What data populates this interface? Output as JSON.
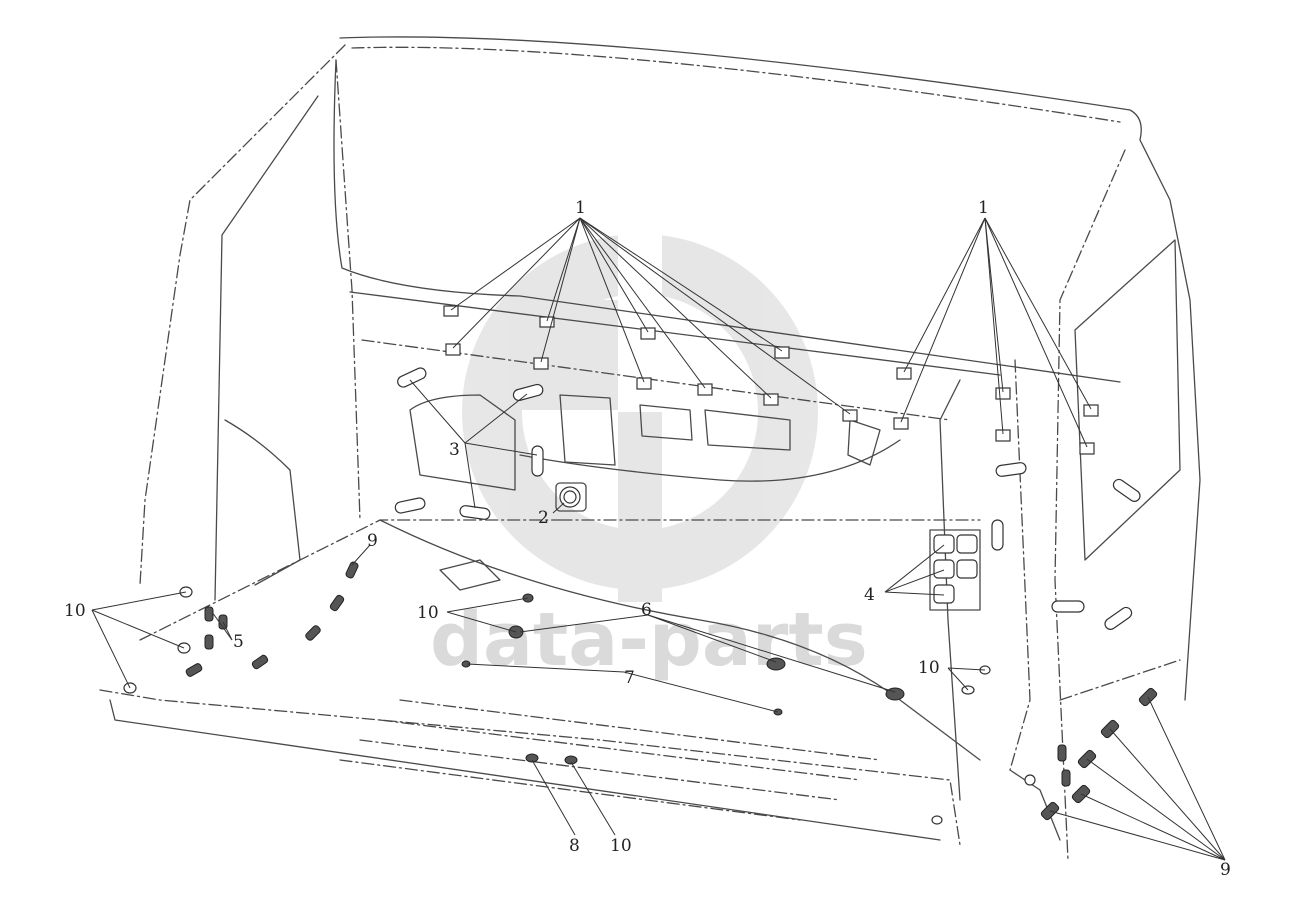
{
  "diagram": {
    "callouts": [
      {
        "id": "c1a",
        "label": "1"
      },
      {
        "id": "c1b",
        "label": "1"
      },
      {
        "id": "c2",
        "label": "2"
      },
      {
        "id": "c3",
        "label": "3"
      },
      {
        "id": "c4",
        "label": "4"
      },
      {
        "id": "c5",
        "label": "5"
      },
      {
        "id": "c6",
        "label": "6"
      },
      {
        "id": "c7",
        "label": "7"
      },
      {
        "id": "c8",
        "label": "8"
      },
      {
        "id": "c9a",
        "label": "9"
      },
      {
        "id": "c9b",
        "label": "9"
      },
      {
        "id": "c10a",
        "label": "10"
      },
      {
        "id": "c10b",
        "label": "10"
      },
      {
        "id": "c10c",
        "label": "10"
      },
      {
        "id": "c10d",
        "label": "10"
      }
    ]
  },
  "watermark": {
    "text": "data-parts",
    "color": "#bdbdbd"
  },
  "colors": {
    "line": "#4a4a4a",
    "background": "#ffffff"
  }
}
